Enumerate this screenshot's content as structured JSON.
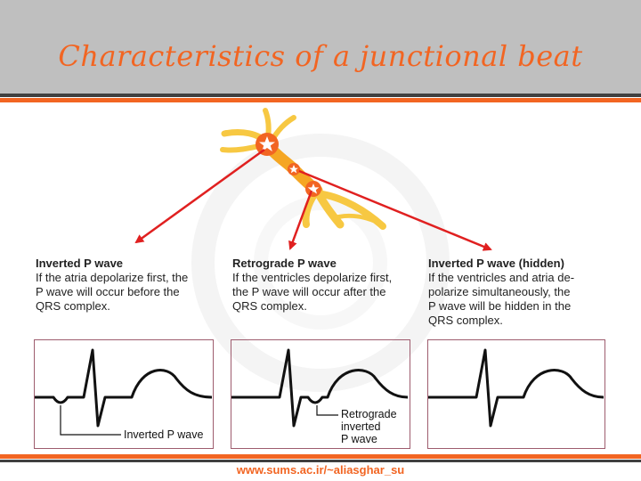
{
  "slide": {
    "title": "Characteristics of a junctional beat",
    "footer": "www.sums.ac.ir/~aliasghar_su"
  },
  "colors": {
    "accent": "#f26522",
    "header_bg": "#bfbfbf",
    "arrow": "#e02020",
    "panel_border": "#9e5c6e"
  },
  "columns": [
    {
      "heading": "Inverted P wave",
      "lines": [
        "If the atria depolarize first, the",
        "P wave will occur before the",
        "QRS complex."
      ],
      "annotation": [
        "Inverted P wave"
      ]
    },
    {
      "heading": "Retrograde P wave",
      "lines": [
        "If the ventricles depolarize first,",
        "the P wave will occur after the",
        "QRS complex."
      ],
      "annotation": [
        "Retrograde",
        "inverted",
        "P wave"
      ]
    },
    {
      "heading": "Inverted P wave (hidden)",
      "lines": [
        "If the ventricles and atria de-",
        "polarize simultaneously, the",
        "P wave will be hidden in the",
        "QRS complex."
      ],
      "annotation": []
    }
  ]
}
